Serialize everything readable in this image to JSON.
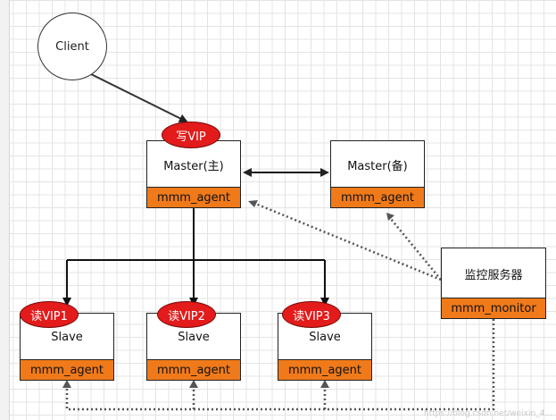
{
  "client": {
    "label": "Client"
  },
  "write_vip": {
    "label": "写VIP"
  },
  "master_primary": {
    "label": "Master(主)",
    "agent": "mmm_agent"
  },
  "master_backup": {
    "label": "Master(备)",
    "agent": "mmm_agent"
  },
  "monitor": {
    "label": "监控服务器",
    "agent": "mmm_monitor"
  },
  "slaves": [
    {
      "vip": "读VIP1",
      "label": "Slave",
      "agent": "mmm_agent"
    },
    {
      "vip": "读VIP2",
      "label": "Slave",
      "agent": "mmm_agent"
    },
    {
      "vip": "读VIP3",
      "label": "Slave",
      "agent": "mmm_agent"
    }
  ],
  "watermark": "https://blog.csdn.net/weixin_4..."
}
